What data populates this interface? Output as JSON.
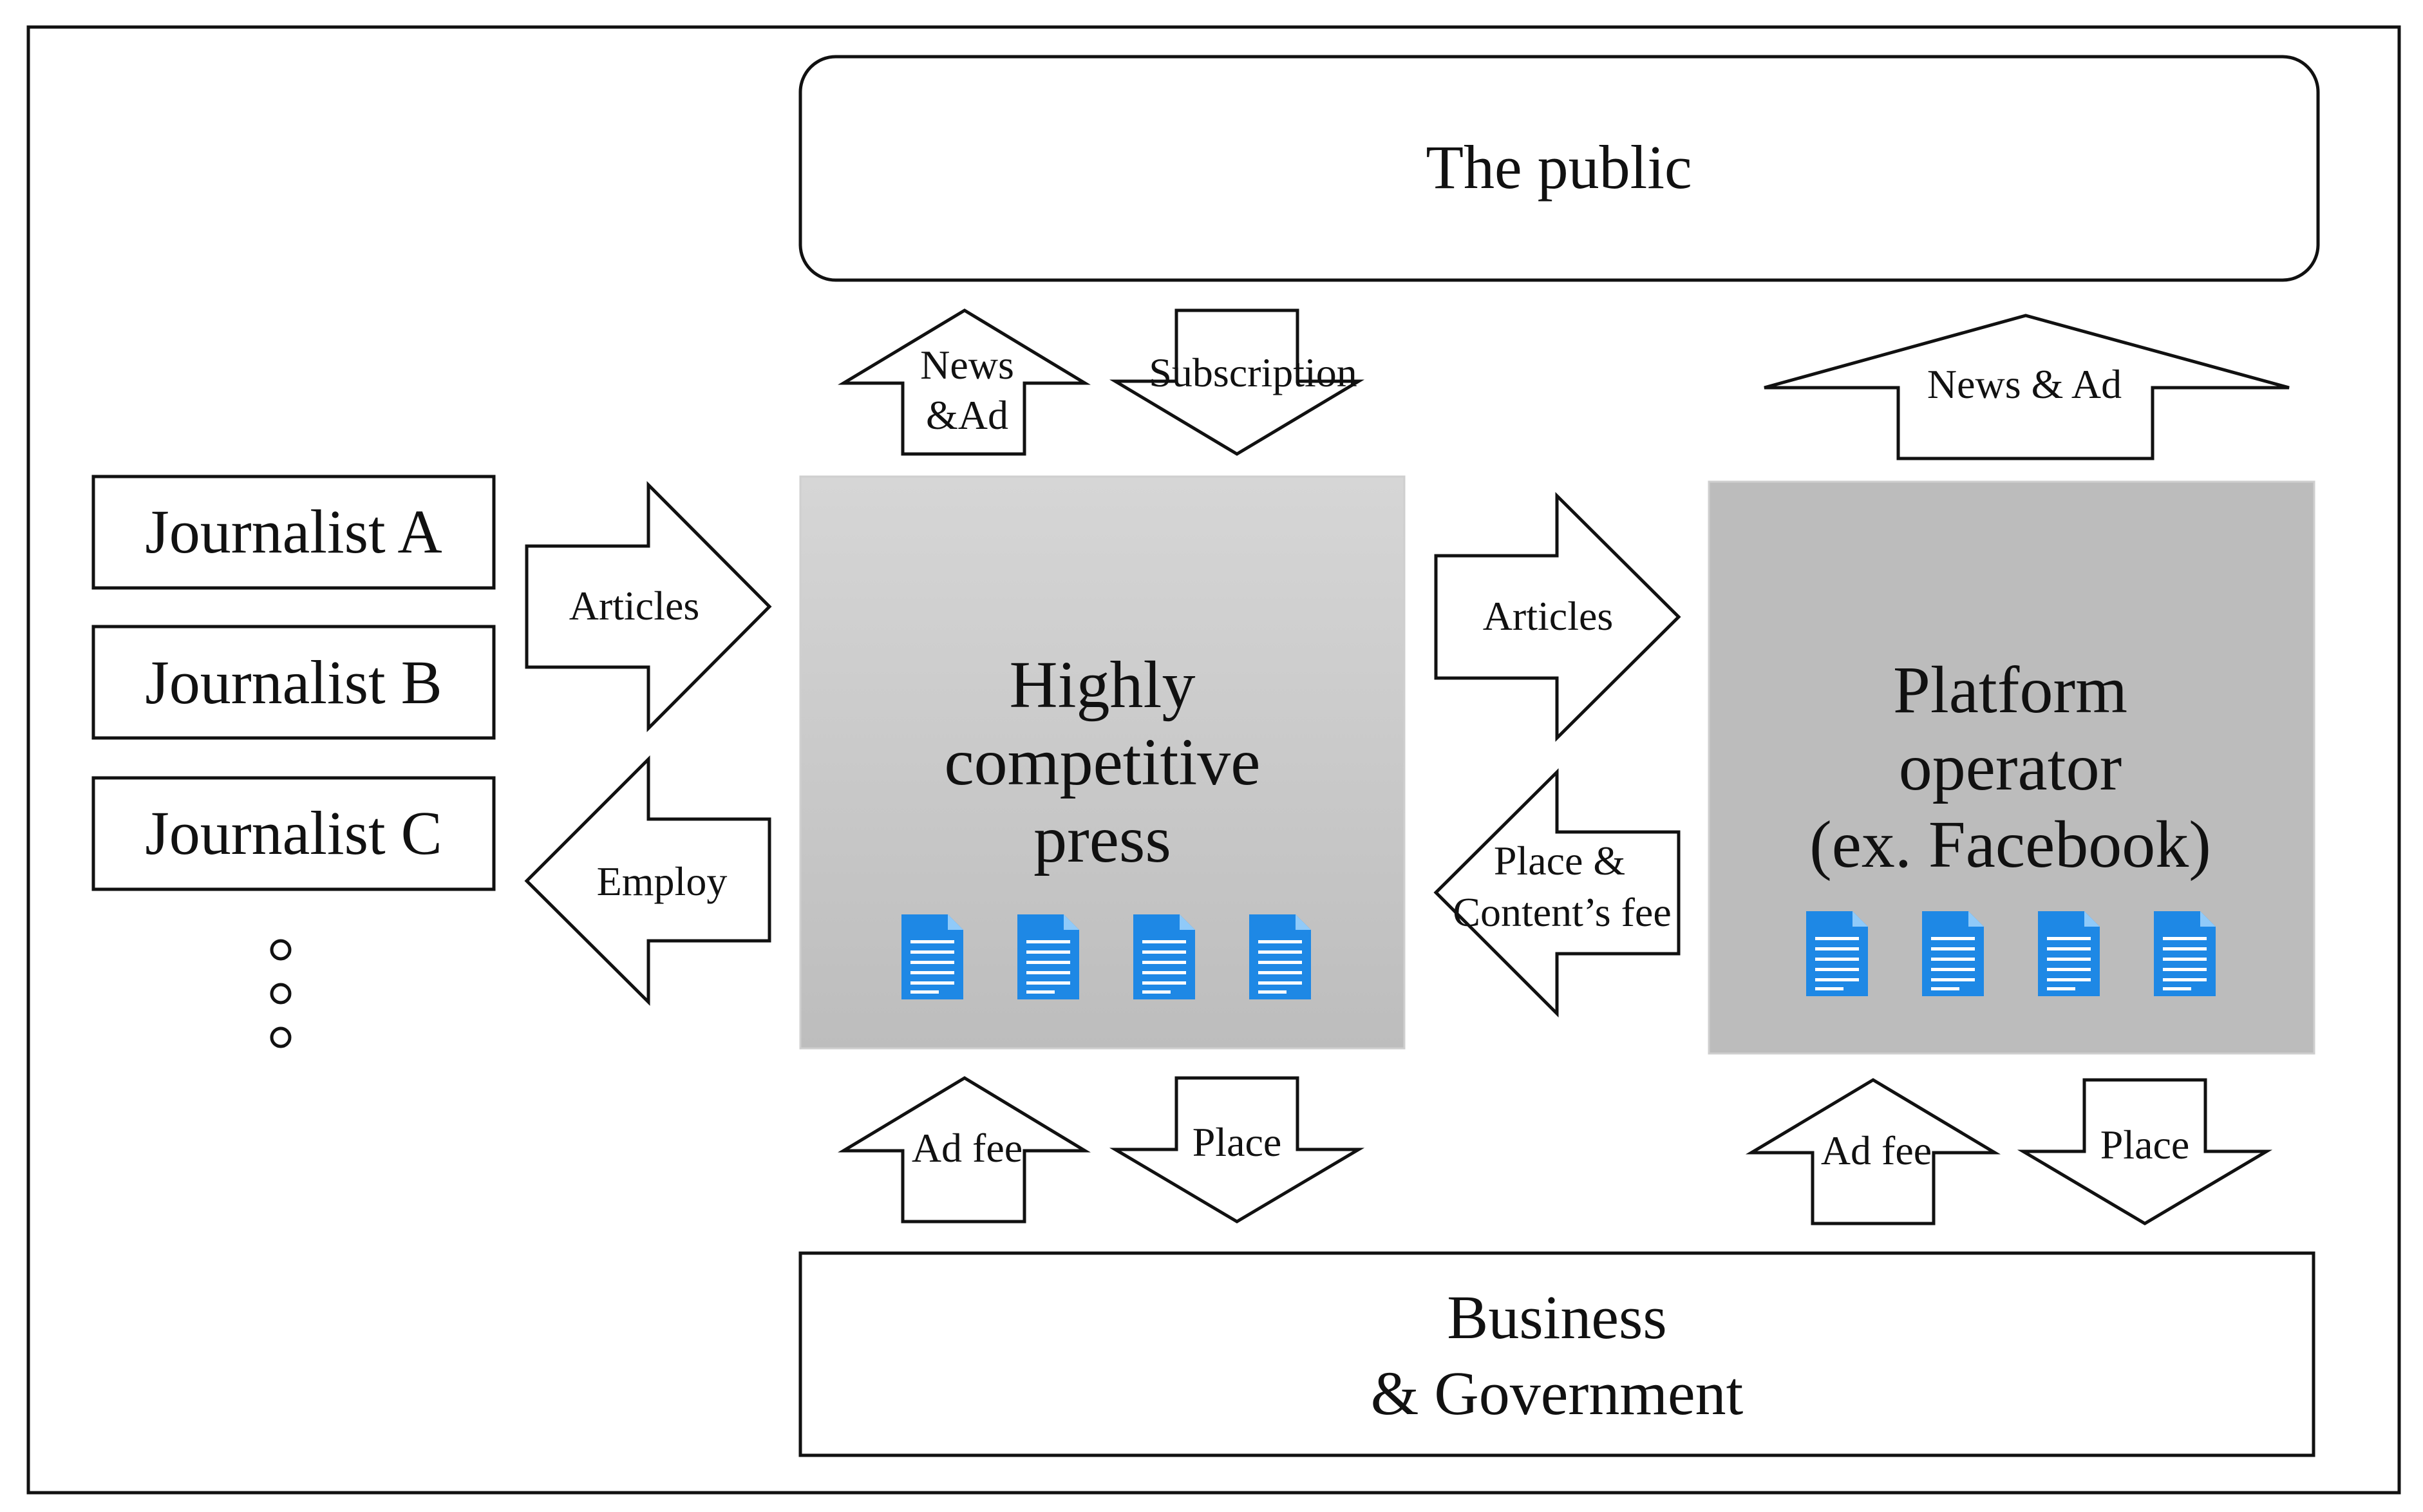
{
  "public": {
    "label": "The public"
  },
  "business": {
    "line1": "Business",
    "line2": "& Government"
  },
  "journalists": [
    {
      "label": "Journalist A"
    },
    {
      "label": "Journalist B"
    },
    {
      "label": "Journalist C"
    }
  ],
  "press": {
    "line1": "Highly",
    "line2": "competitive",
    "line3": "press"
  },
  "platform": {
    "line1": "Platform",
    "line2": "operator",
    "line3": "(ex. Facebook)"
  },
  "arrows": {
    "articles_to_press": "Articles",
    "employ": "Employ",
    "articles_to_platform": "Articles",
    "place_content_fee_line1": "Place &",
    "place_content_fee_line2": "Content’s fee",
    "press_news_ad_line1": "News",
    "press_news_ad_line2": "&Ad",
    "subscription": "Subscription",
    "platform_news_ad": "News & Ad",
    "press_ad_fee": "Ad fee",
    "press_place": "Place",
    "platform_ad_fee": "Ad fee",
    "platform_place": "Place"
  },
  "colors": {
    "press_fill_top": "#d6d6d6",
    "press_fill_bottom": "#bdbdbd",
    "platform_fill": "#bcbcbc",
    "document_icon": "#1e88e5"
  },
  "icons": {
    "document": "document-icon",
    "ellipsis": "vertical-ellipsis-icon"
  }
}
